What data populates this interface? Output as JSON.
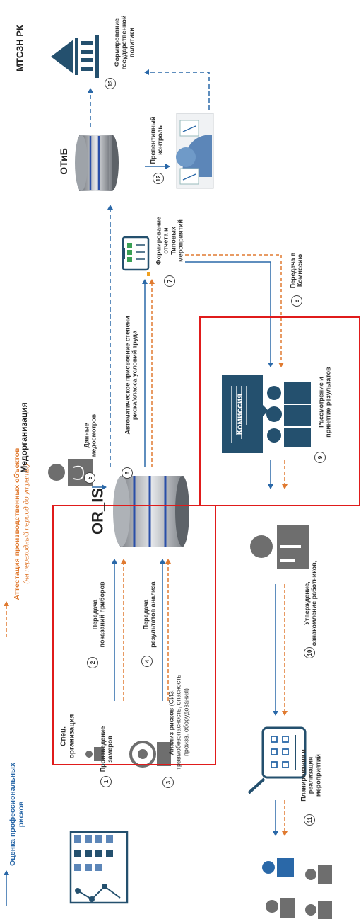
{
  "legend": {
    "blue_label_line1": "Оценка профессиональных",
    "blue_label_line2": "рисков",
    "orange_label": "Аттестация производственных объектов",
    "orange_note": "(на переходный период до утраты)"
  },
  "headers": {
    "mtszn": "МТСЗН РК",
    "otib": "ОТиБ",
    "medorg": "Медорганизация",
    "or_is": "OR_IS"
  },
  "nodes": {
    "spec_line1": "Спец.",
    "spec_line2": "организация",
    "komissia": "Комиссия"
  },
  "steps": [
    {
      "num": "1",
      "line1": "Произведение",
      "line2": "замеров"
    },
    {
      "num": "2",
      "line1": "Передача",
      "line2": "показаний приборов"
    },
    {
      "num": "3",
      "line1_bold": "Анализ рисков",
      "line1_rest": " (СИЗ,",
      "line2": "травмобезопасность, опасность",
      "line3": "произв. оборудования)"
    },
    {
      "num": "4",
      "line1": "Передача",
      "line2": "результатов анализа"
    },
    {
      "num": "5",
      "line1": "Данные",
      "line2": "медосмотров"
    },
    {
      "num": "6",
      "line1": "Автоматическое присвоение степени",
      "line2": "риска/класса условий труда"
    },
    {
      "num": "7",
      "line1": "Формирование",
      "line2": "отчета и",
      "line3": "Типовых",
      "line4": "мероприятий"
    },
    {
      "num": "8",
      "line1": "Передача в",
      "line2": "Комиссию"
    },
    {
      "num": "9",
      "line1": "Рассмотрение и",
      "line2": "принятие результатов"
    },
    {
      "num": "10",
      "line1": "Утверждение,",
      "line2": "ознакомление работников,"
    },
    {
      "num": "11",
      "line1": "Планирование и",
      "line2": "реализация",
      "line3": "мероприятий"
    },
    {
      "num": "12",
      "line1": "Превентивный",
      "line2": "контроль"
    },
    {
      "num": "13",
      "line1": "Формирование",
      "line2": "государственной",
      "line3": "политики"
    }
  ],
  "colors": {
    "blue": "#2a68a8",
    "orange": "#e07a30",
    "red_box": "#e01b1b",
    "dark_teal": "#24506e",
    "icon_gray": "#6e6e6e"
  }
}
